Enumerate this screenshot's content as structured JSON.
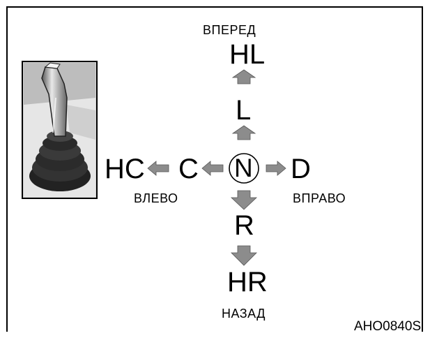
{
  "directions": {
    "forward": "ВПЕРЕД",
    "back": "НАЗАД",
    "left": "ВЛЕВО",
    "right": "ВПРАВО"
  },
  "positions": {
    "high_forward": "HL",
    "forward": "L",
    "neutral": "N",
    "left_near": "C",
    "left_far": "HC",
    "right": "D",
    "reverse": "R",
    "high_reverse": "HR"
  },
  "figure_code": "AHO0840S",
  "colors": {
    "arrow": "#8c8c8c",
    "frame": "#000000",
    "photo_bg": "#d9d9d9"
  },
  "icons": {
    "joystick_photo": "joystick-lever-photo"
  }
}
